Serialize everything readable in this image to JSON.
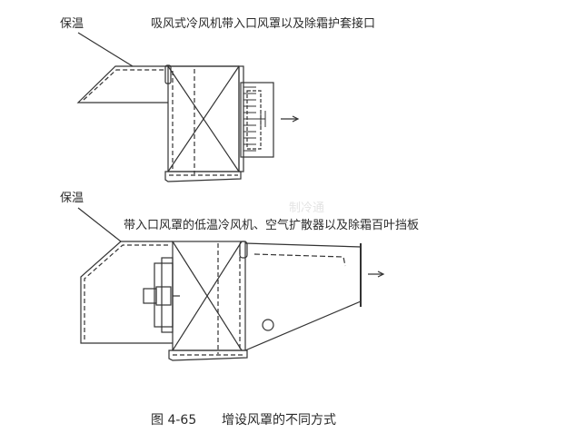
{
  "labels": {
    "insulation_top": "保温",
    "title_top": "吸风式冷风机带入口风罩以及除霜护套接口",
    "insulation_bottom": "保温",
    "title_bottom": "带入口风罩的低温冷风机、空气扩散器以及除霜百叶挡板"
  },
  "watermark": "制冷通",
  "caption": {
    "figure_number": "图 4-65",
    "text": "增设风罩的不同方式"
  }
}
